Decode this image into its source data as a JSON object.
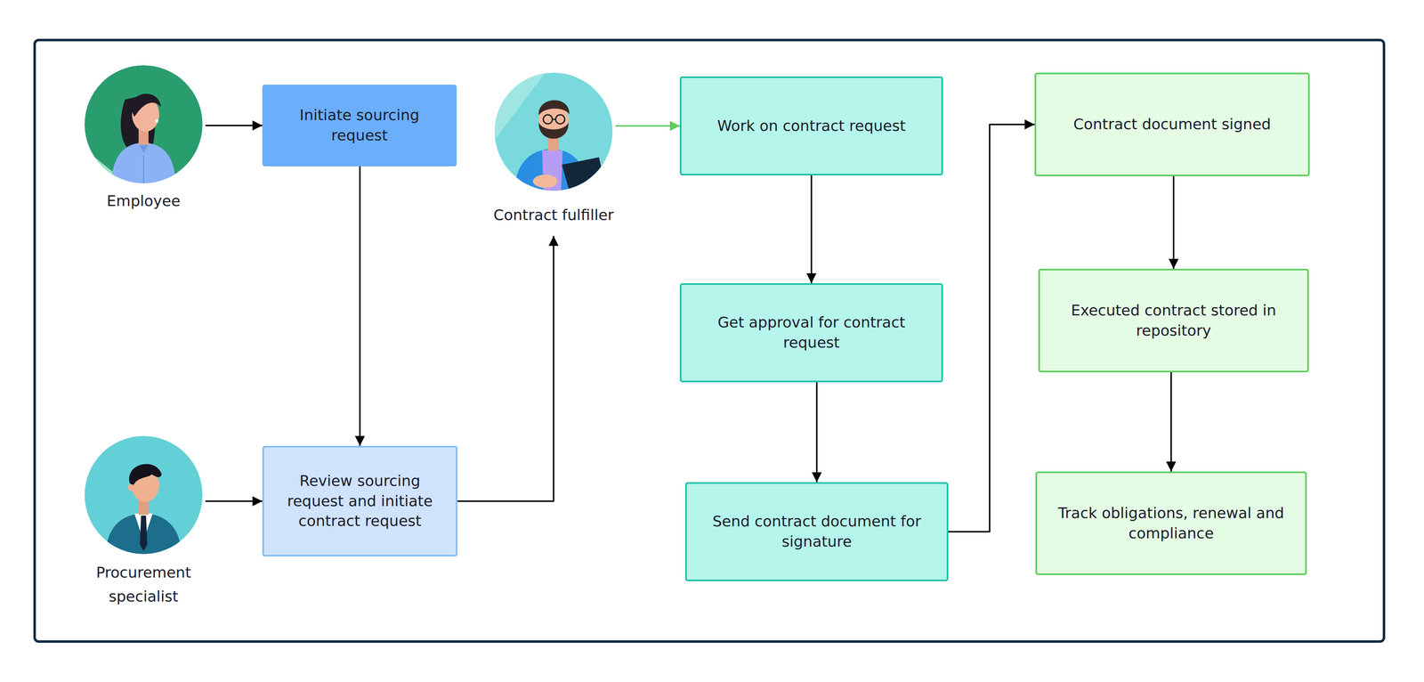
{
  "diagram": {
    "nodes": [
      {
        "text": [
          "Employee"
        ]
      },
      {
        "text": [
          "Initiate sourcing request"
        ]
      },
      {
        "text": [
          "Procurement specialist"
        ]
      },
      {
        "text": [
          "Review sourcing request and initiate contract request"
        ]
      },
      {
        "text": [
          "Contract fulfiller"
        ]
      },
      {
        "text": [
          "Work on contract request"
        ]
      },
      {
        "text": [
          "Get approval for contract request"
        ]
      },
      {
        "text": [
          "Send contract document for signature"
        ]
      },
      {
        "text": [
          "Contract document signed"
        ]
      },
      {
        "text": [
          "Executed contract stored in repository"
        ]
      },
      {
        "text": [
          "Track obligations, renewal and compliance"
        ]
      }
    ],
    "edges": [
      {
        "from": 0,
        "to": 1,
        "arrow": "to"
      },
      {
        "from": 1,
        "to": 3,
        "arrow": "to"
      },
      {
        "from": 2,
        "to": 3,
        "arrow": "to"
      },
      {
        "from": 3,
        "to": 4,
        "arrow": "to"
      },
      {
        "from": 4,
        "to": 5,
        "arrow": "to"
      },
      {
        "from": 5,
        "to": 6,
        "arrow": "to"
      },
      {
        "from": 6,
        "to": 7,
        "arrow": "to"
      },
      {
        "from": 7,
        "to": 8,
        "arrow": "to"
      },
      {
        "from": 8,
        "to": 9,
        "arrow": "to"
      },
      {
        "from": 9,
        "to": 10,
        "arrow": "to"
      }
    ]
  }
}
